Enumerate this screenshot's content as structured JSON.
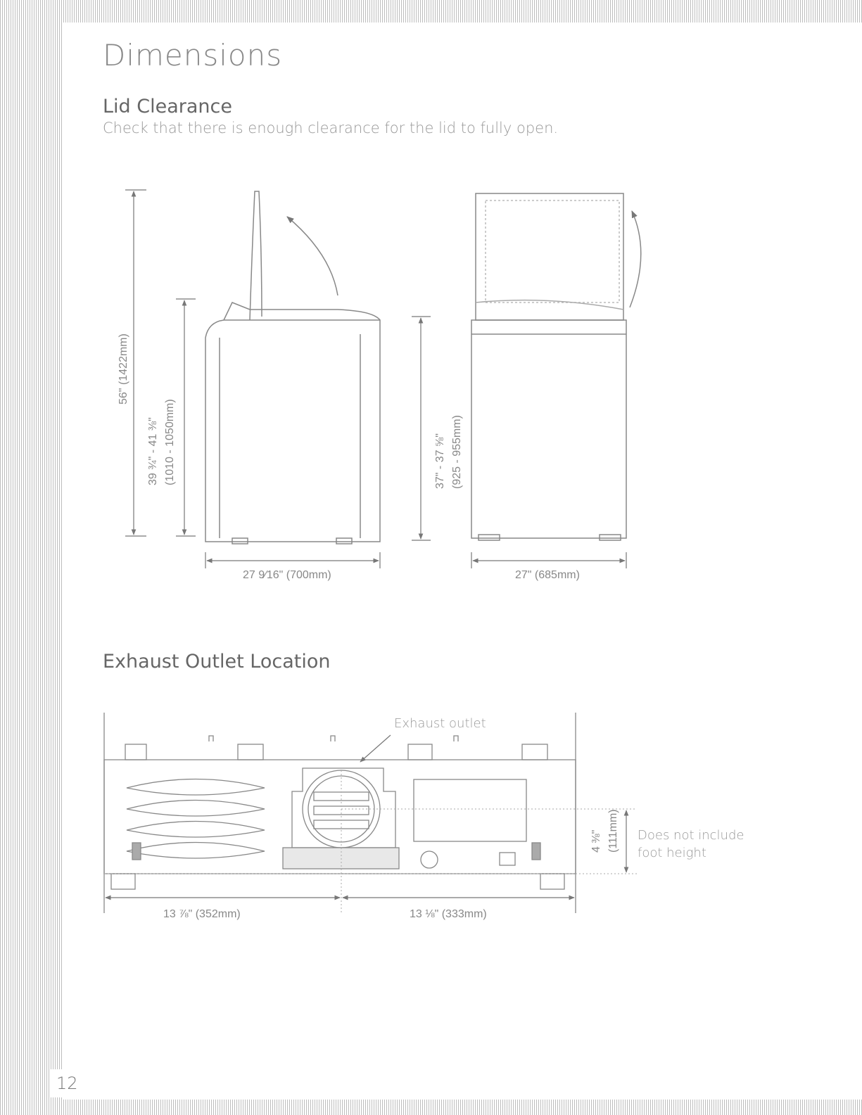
{
  "page": {
    "title": "Dimensions",
    "page_number": "12"
  },
  "lid_clearance": {
    "heading": "Lid Clearance",
    "description": "Check that there is enough clearance for the lid to fully open.",
    "dim_total_height": "56\" (1422mm)",
    "dim_side_height_in": "39 ¾\" - 41 ⅜\"",
    "dim_side_height_mm": "(1010 - 1050mm)",
    "dim_front_height_in": "37\" - 37 ⅝\"",
    "dim_front_height_mm": "(925 - 955mm)",
    "dim_side_width": "27 9⁄16\" (700mm)",
    "dim_front_width": "27\" (685mm)"
  },
  "exhaust": {
    "heading": "Exhaust Outlet Location",
    "outlet_label": "Exhaust outlet",
    "dim_height_in": "4 ⅜\"",
    "dim_height_mm": "(111mm)",
    "note_line1": "Does not include",
    "note_line2": "foot height",
    "dim_left": "13 ⅞\" (352mm)",
    "dim_right": "13 ⅛\" (333mm)"
  }
}
